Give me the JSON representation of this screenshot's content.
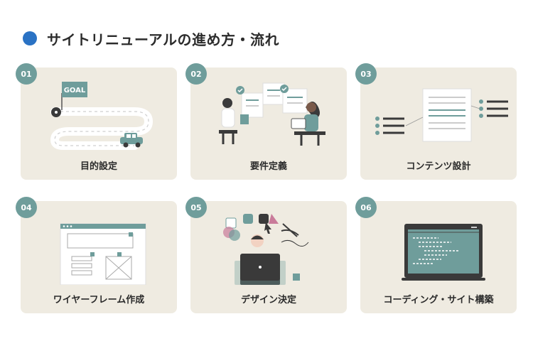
{
  "header": {
    "title": "サイトリニューアルの進め方・流れ"
  },
  "steps": [
    {
      "number": "01",
      "label": "目的設定",
      "illustration_text": "GOAL"
    },
    {
      "number": "02",
      "label": "要件定義"
    },
    {
      "number": "03",
      "label": "コンテンツ設計"
    },
    {
      "number": "04",
      "label": "ワイヤーフレーム作成"
    },
    {
      "number": "05",
      "label": "デザイン決定"
    },
    {
      "number": "06",
      "label": "コーディング・サイト構築"
    }
  ],
  "colors": {
    "accent_dot": "#2a72c4",
    "badge": "#6f9d9b",
    "card_bg": "#efebe1",
    "dark": "#3a3a3a"
  }
}
